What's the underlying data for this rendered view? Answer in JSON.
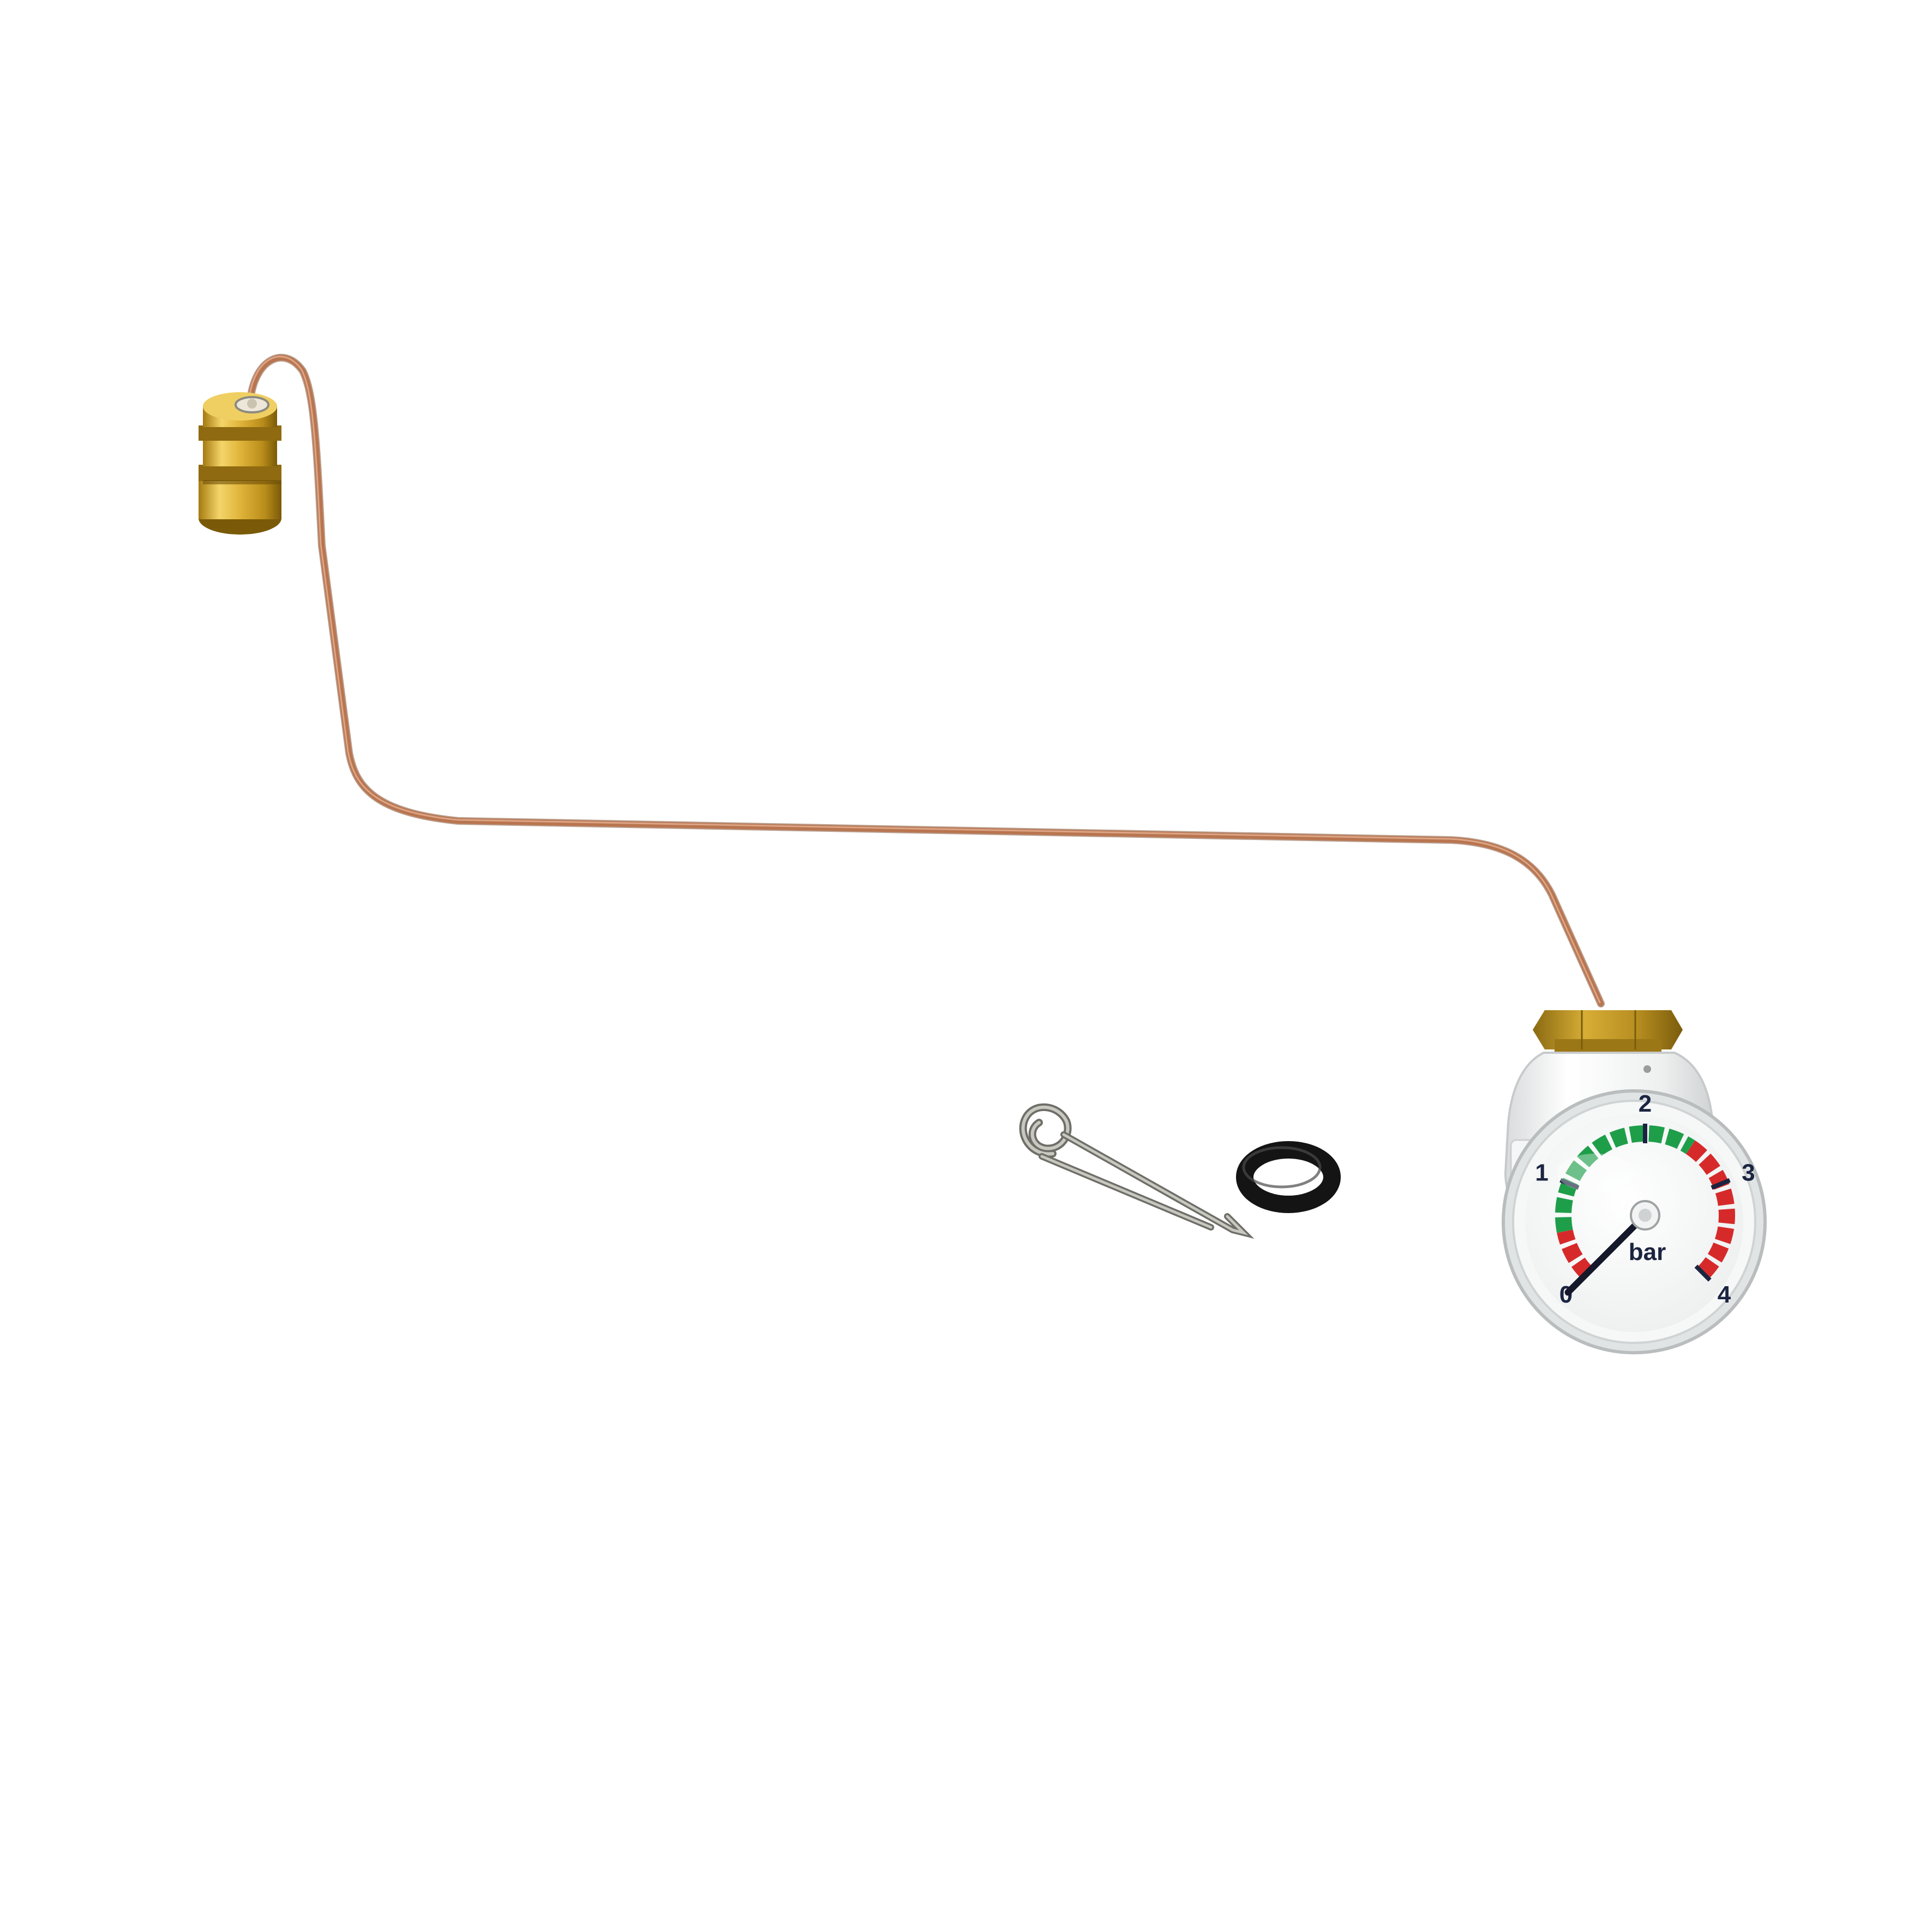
{
  "photo": {
    "background": "#ffffff"
  },
  "gauge": {
    "ticks": [
      "0",
      "1",
      "2",
      "3",
      "4"
    ],
    "unit": "bar",
    "needle_value": 0,
    "scale_min": 0,
    "scale_max": 4,
    "zones": [
      {
        "from": 0.0,
        "to": 0.5,
        "color": "#d62a2a"
      },
      {
        "from": 0.5,
        "to": 2.5,
        "color": "#1f9e4a"
      },
      {
        "from": 2.5,
        "to": 4.0,
        "color": "#d62a2a"
      }
    ]
  },
  "colors": {
    "copper": "#b9754f",
    "brass": "#d8a82a",
    "housing": "#f3f4f4",
    "needle": "#14182a",
    "oring": "#1a1a1a",
    "spring": "#9a9a92"
  },
  "icons": {
    "fitting": "brass-quick-connector-icon",
    "clip": "spring-clip-icon",
    "seal": "o-ring-icon"
  }
}
